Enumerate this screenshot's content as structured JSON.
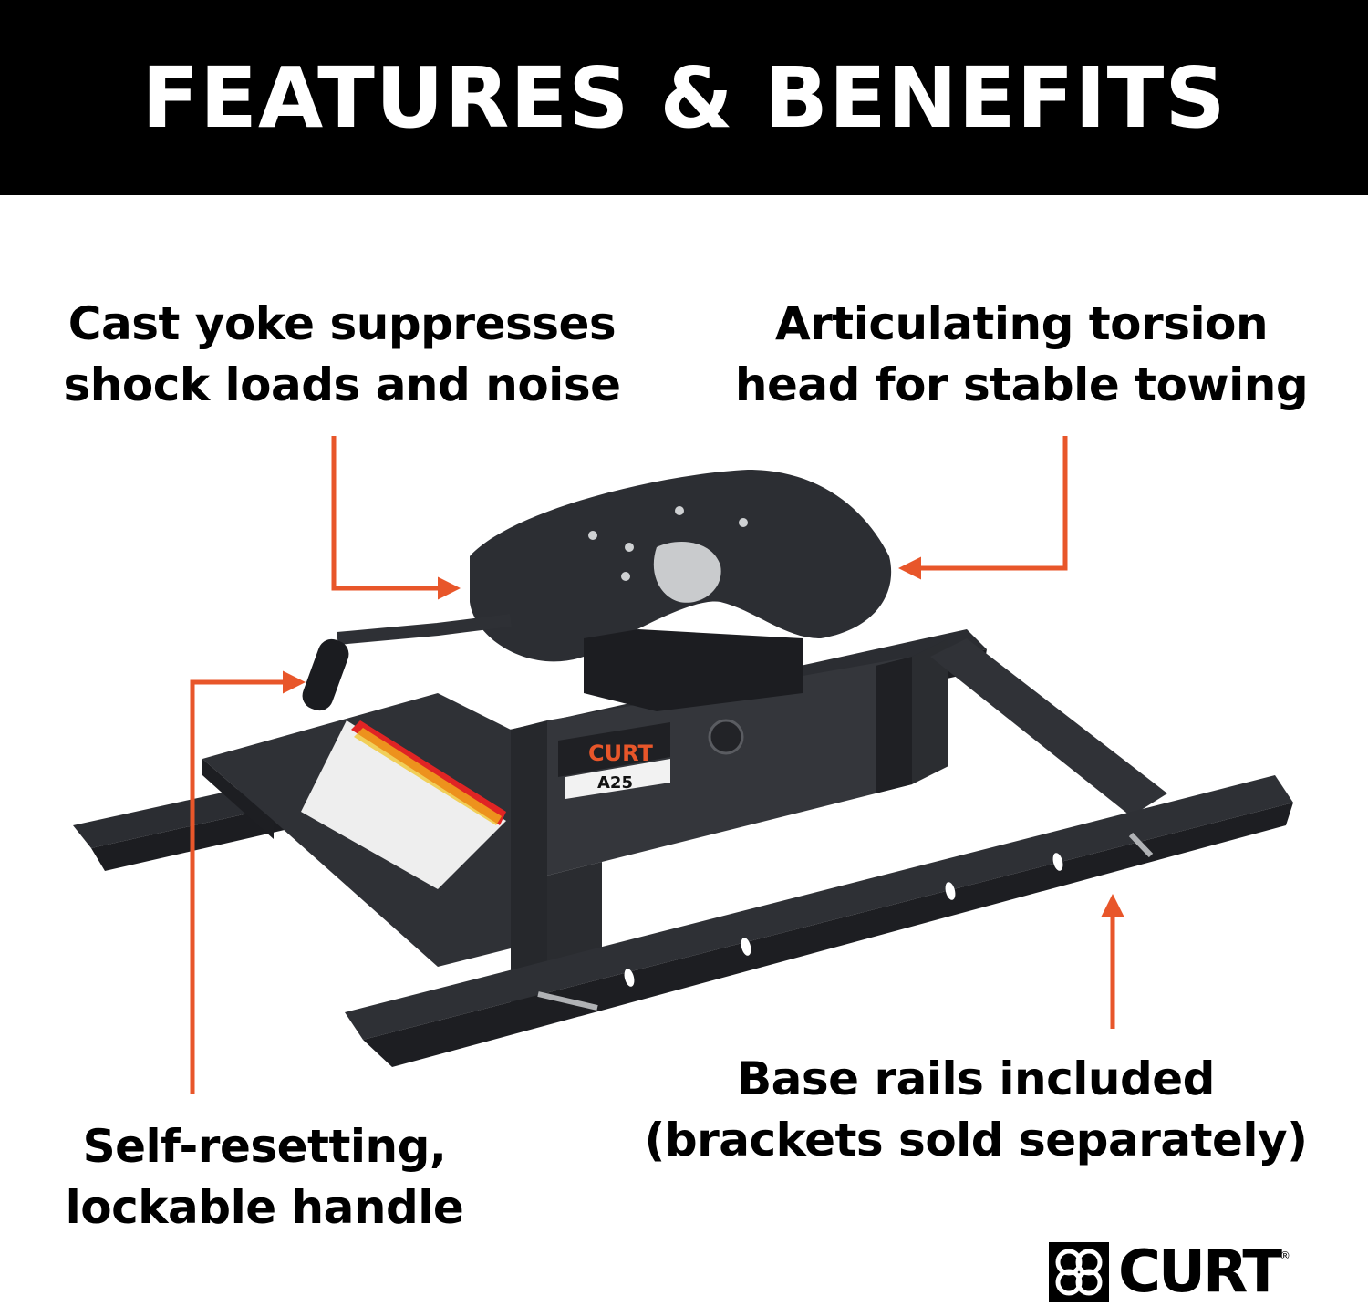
{
  "header": {
    "title": "FEATURES & BENEFITS"
  },
  "callouts": {
    "yoke": {
      "line1": "Cast yoke suppresses",
      "line2": "shock loads and noise"
    },
    "torsion": {
      "line1": "Articulating torsion",
      "line2": "head for stable towing"
    },
    "handle": {
      "line1": "Self-resetting,",
      "line2": "lockable handle"
    },
    "rails": {
      "line1": "Base rails included",
      "line2": "(brackets sold separately)"
    }
  },
  "product": {
    "brand_label": "CURT",
    "model_label": "A25"
  },
  "brand": {
    "name": "CURT",
    "registered": "®",
    "icon": "curt-logo-icon"
  },
  "colors": {
    "header_bg": "#000000",
    "arrow": "#e8562a",
    "product": "#2a2c31"
  }
}
